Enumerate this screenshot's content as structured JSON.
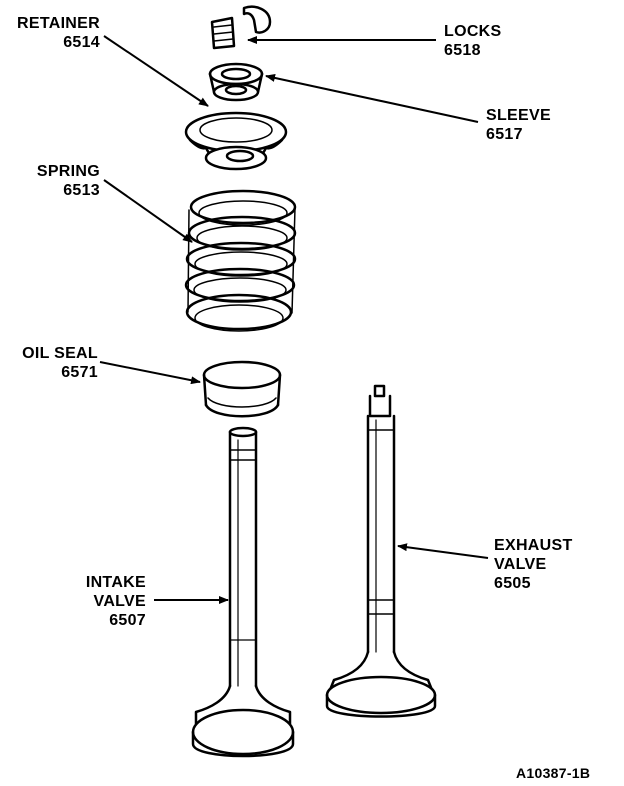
{
  "labels": {
    "retainer": {
      "name": "RETAINER",
      "number": "6514"
    },
    "locks": {
      "name": "LOCKS",
      "number": "6518"
    },
    "sleeve": {
      "name": "SLEEVE",
      "number": "6517"
    },
    "spring": {
      "name": "SPRING",
      "number": "6513"
    },
    "oil_seal": {
      "name": "OIL SEAL",
      "number": "6571"
    },
    "exhaust_valve": {
      "line1": "EXHAUST",
      "line2": "VALVE",
      "number": "6505"
    },
    "intake_valve": {
      "line1": "INTAKE",
      "line2": "VALVE",
      "number": "6507"
    }
  },
  "figure_ref": "A10387-1B"
}
